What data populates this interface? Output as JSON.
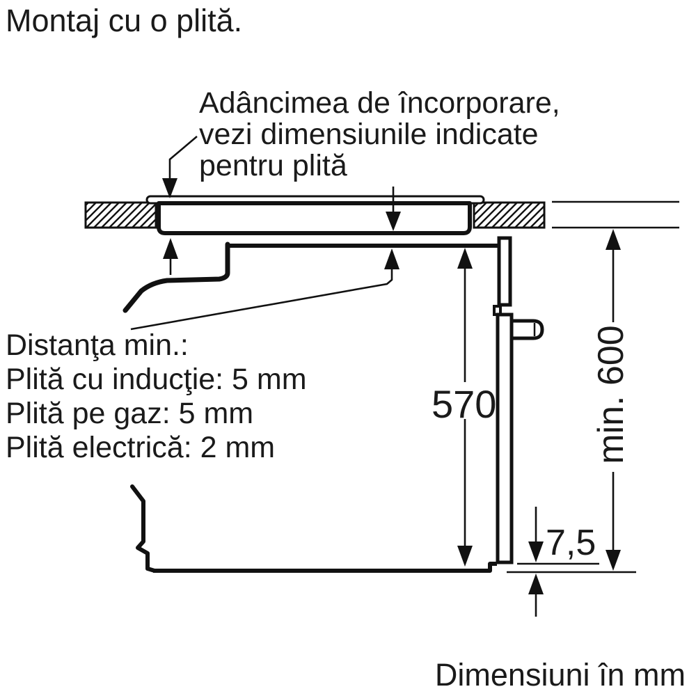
{
  "title": "Montaj cu o plită.",
  "annotation": {
    "line1": "Adâncimea de încorporare,",
    "line2": "vezi dimensiunile indicate",
    "line3": "pentru plită"
  },
  "min_distance": {
    "heading": "Distanţa min.:",
    "induction": "Plită cu inducţie: 5 mm",
    "gas": "Plită pe gaz: 5 mm",
    "electric": "Plită electrică: 2 mm"
  },
  "dimensions": {
    "oven_height_mm": "570",
    "min_niche_height": "min. 600",
    "bottom_gap_mm": "7,5"
  },
  "footer": "Dimensiuni în mm",
  "colors": {
    "line": "#111111",
    "text": "#1a1a1a",
    "background": "#ffffff"
  }
}
